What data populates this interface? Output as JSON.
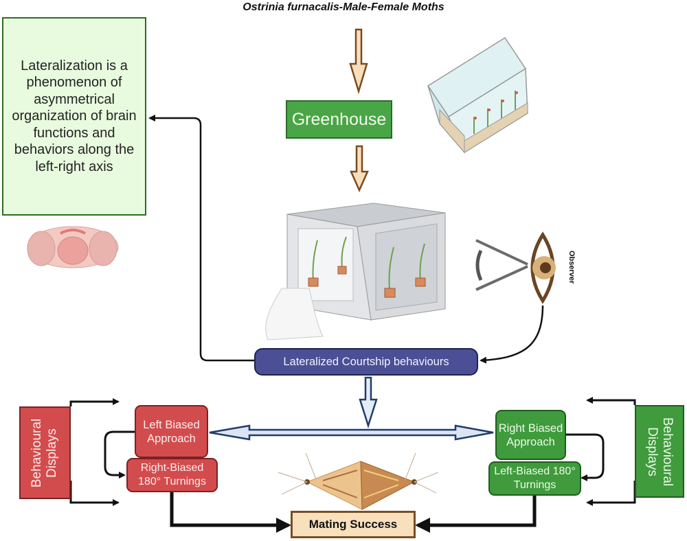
{
  "title": "Ostrinia furnacalis-Male-Female Moths",
  "definition_box": "Lateralization is a phenomenon of asymmetrical organization of brain functions and behaviors along the left-right axis",
  "greenhouse_label": "Greenhouse",
  "observer_label": "Observer",
  "courtship_label": "Lateralized Courtship behaviours",
  "left_side": {
    "displays_label": "Behavioural Displays",
    "approach_label": "Left Biased Approach",
    "turnings_label": "Right-Biased 180° Turnings"
  },
  "right_side": {
    "displays_label": "Behavioural Displays",
    "approach_label": "Right Biased Approach",
    "turnings_label": "Left-Biased 180° Turnings"
  },
  "outcome_label": "Mating Success",
  "illustrations": [
    "greenhouse-illustration",
    "insect-cage-illustration",
    "observer-eye-icon",
    "insect-brain-illustration",
    "mating-moths-illustration"
  ],
  "colors": {
    "green_box": "#4aa547",
    "definition_fill": "#e8fbdf",
    "court_fill": "#4a4f96",
    "red_box": "#d24c4d",
    "green_side": "#3f9b3c",
    "mating_fill": "#f8e0bd",
    "arrow_brown": "#7a4a1e",
    "arrow_blue": "#1f3c6b"
  }
}
